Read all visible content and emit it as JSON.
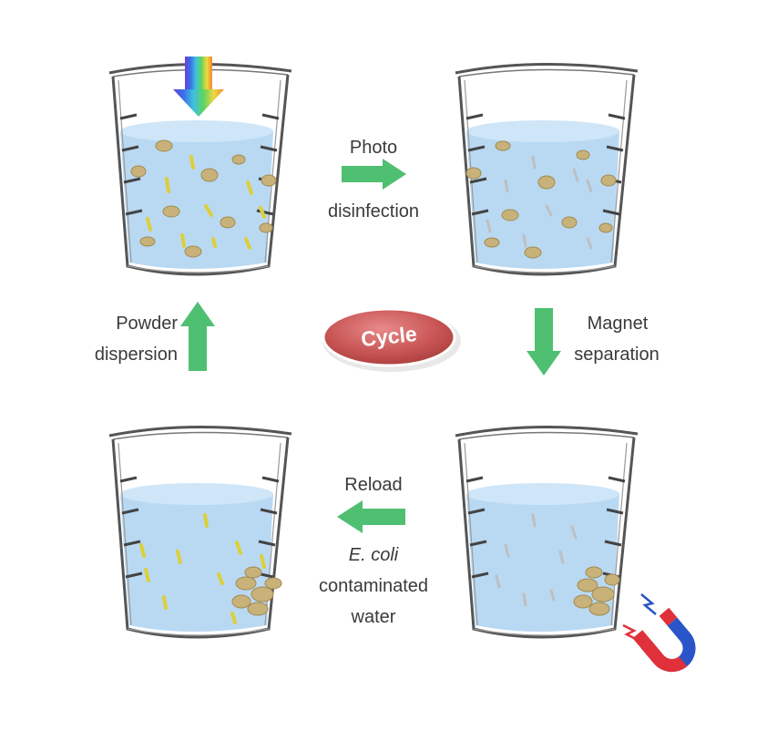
{
  "labels": {
    "photo": "Photo",
    "disinfection": "disinfection",
    "magnet": "Magnet",
    "separation": "separation",
    "powder": "Powder",
    "dispersion": "dispersion",
    "reload": "Reload",
    "ecoli": "E. coli",
    "contaminated": "contaminated",
    "water": "water"
  },
  "center_badge": {
    "text": "Cycle"
  },
  "colors": {
    "arrow_green": "#4fbf72",
    "water_blue": "#b9d9f3",
    "badge_red": "#c95a5a",
    "particle_tan": "#c9b27a",
    "rod_yellow": "#dccf3a",
    "magnet_red": "#e0303a",
    "magnet_blue": "#2a55c8"
  },
  "icons": [
    "light-rainbow-arrow-icon",
    "magnet-icon",
    "spark-icon"
  ]
}
